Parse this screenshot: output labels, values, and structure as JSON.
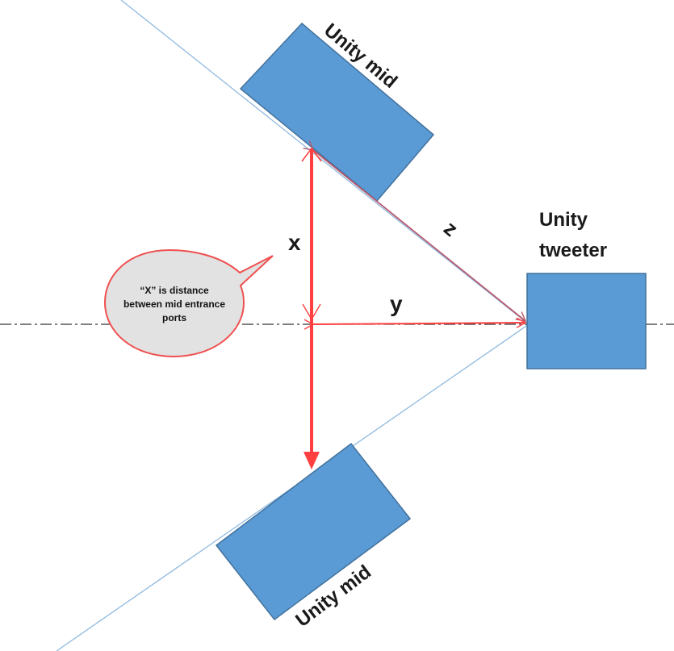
{
  "labels": {
    "top_mid": "Unity mid",
    "bottom_mid": "Unity mid",
    "tweeter_line1": "Unity",
    "tweeter_line2": "tweeter",
    "x": "x",
    "y": "y",
    "z": "z"
  },
  "callout": {
    "line1": "“X” is distance",
    "line2": "between mid entrance",
    "line3": "ports"
  },
  "colors": {
    "box_fill": "#5B9BD5",
    "box_stroke": "#41719C",
    "arrow": "#FF4040",
    "z_line": "#B85A6E",
    "guide_line": "#8FB9E0",
    "axis_line": "#333333",
    "callout_fill": "#E2E2E2",
    "callout_stroke": "#F05050"
  }
}
